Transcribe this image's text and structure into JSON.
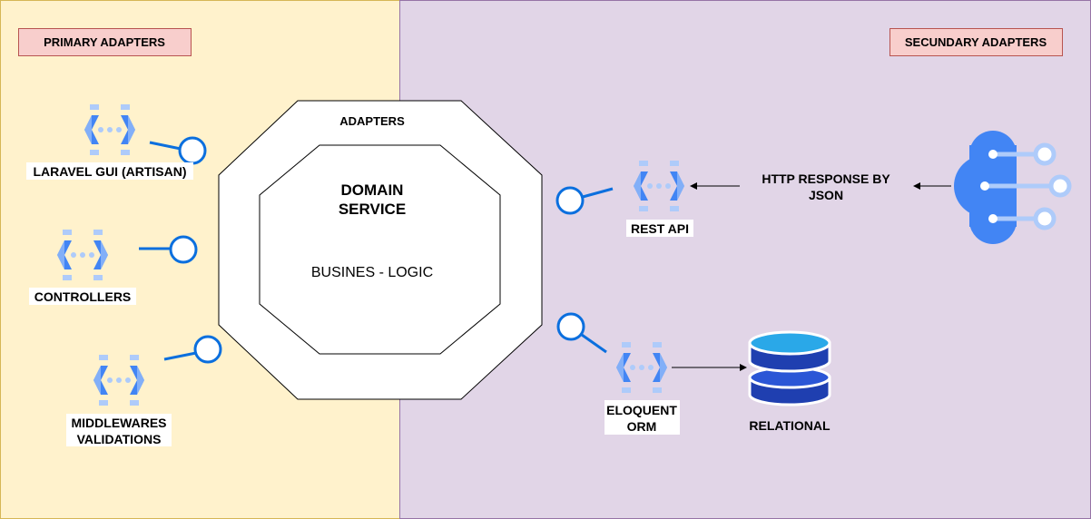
{
  "zones": {
    "primary": {
      "label": "PRIMARY ADAPTERS",
      "fill": "#fff2cc",
      "stroke": "#d6b656"
    },
    "secondary": {
      "label": "SECUNDARY ADAPTERS",
      "fill": "#e1d5e7",
      "stroke": "#9673a6"
    }
  },
  "tag_colors": {
    "fill": "#f8cecc",
    "stroke": "#b85450"
  },
  "hexagon": {
    "outer_label": "ADAPTERS",
    "inner_title_line1": "DOMAIN",
    "inner_title_line2": "SERVICE",
    "inner_text": "BUSINES - LOGIC"
  },
  "primary_adapters": [
    {
      "label_line1": "LARAVEL GUI (ARTISAN)",
      "label_line2": ""
    },
    {
      "label_line1": "CONTROLLERS",
      "label_line2": ""
    },
    {
      "label_line1": "MIDDLEWARES",
      "label_line2": "VALIDATIONS"
    }
  ],
  "secondary_adapters": [
    {
      "label_line1": "REST API",
      "label_line2": ""
    },
    {
      "label_line1": "ELOQUENT",
      "label_line2": "ORM"
    }
  ],
  "external": {
    "http_line1": "HTTP RESPONSE BY",
    "http_line2": "JSON",
    "database_label": "RELATIONAL"
  },
  "colors": {
    "icon_dark": "#4285f4",
    "icon_light": "#aecbfa",
    "socket": "#0b6fde",
    "cloud": "#4285f4",
    "db_top": "#2aa8e8",
    "db_body": "#1f3fb0"
  },
  "icons": {
    "adapter": "api-bracket-icon",
    "socket": "socket-icon",
    "cloud": "cloud-api-icon",
    "database": "database-icon"
  }
}
